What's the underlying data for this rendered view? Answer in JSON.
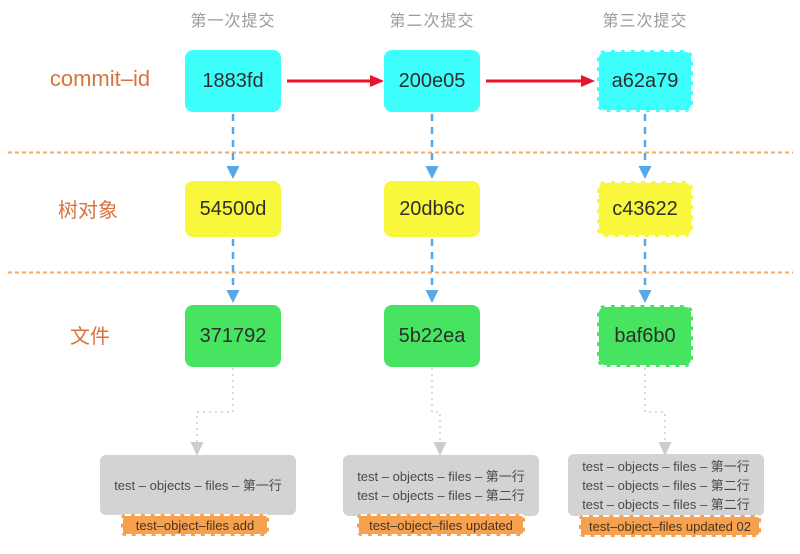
{
  "diagram": {
    "title": "git commit / tree / blob objects diagram",
    "row_labels": {
      "commit": "commit–id",
      "tree": "树对象",
      "file": "文件"
    },
    "columns": [
      {
        "header": "第一次提交",
        "commit_id": "1883fd",
        "tree_id": "54500d",
        "file_id": "371792",
        "log_lines": [
          "test – objects – files – 第一行"
        ],
        "badge": "test–object–files add"
      },
      {
        "header": "第二次提交",
        "commit_id": "200e05",
        "tree_id": "20db6c",
        "file_id": "5b22ea",
        "log_lines": [
          "test – objects – files – 第一行",
          "test – objects – files – 第二行"
        ],
        "badge": "test–object–files updated"
      },
      {
        "header": "第三次提交",
        "commit_id": "a62a79",
        "tree_id": "c43622",
        "file_id": "baf6b0",
        "log_lines": [
          "test – objects – files – 第一行",
          "test – objects – files – 第二行",
          "test – objects – files – 第二行"
        ],
        "badge": "test–object–files updated 02"
      }
    ],
    "colors": {
      "commit_box": "#3DFEFB",
      "tree_box": "#F8F73B",
      "file_box": "#46E460",
      "log_box": "#D3D3D3",
      "badge": "#F5A14F",
      "row_label": "#D8743B",
      "header_text": "#9B9B9B",
      "red_arrow": "#E8142B",
      "blue_arrow": "#57A8EB",
      "separator": "#F6A85C",
      "gray_arrow": "#D9D9D9"
    }
  }
}
